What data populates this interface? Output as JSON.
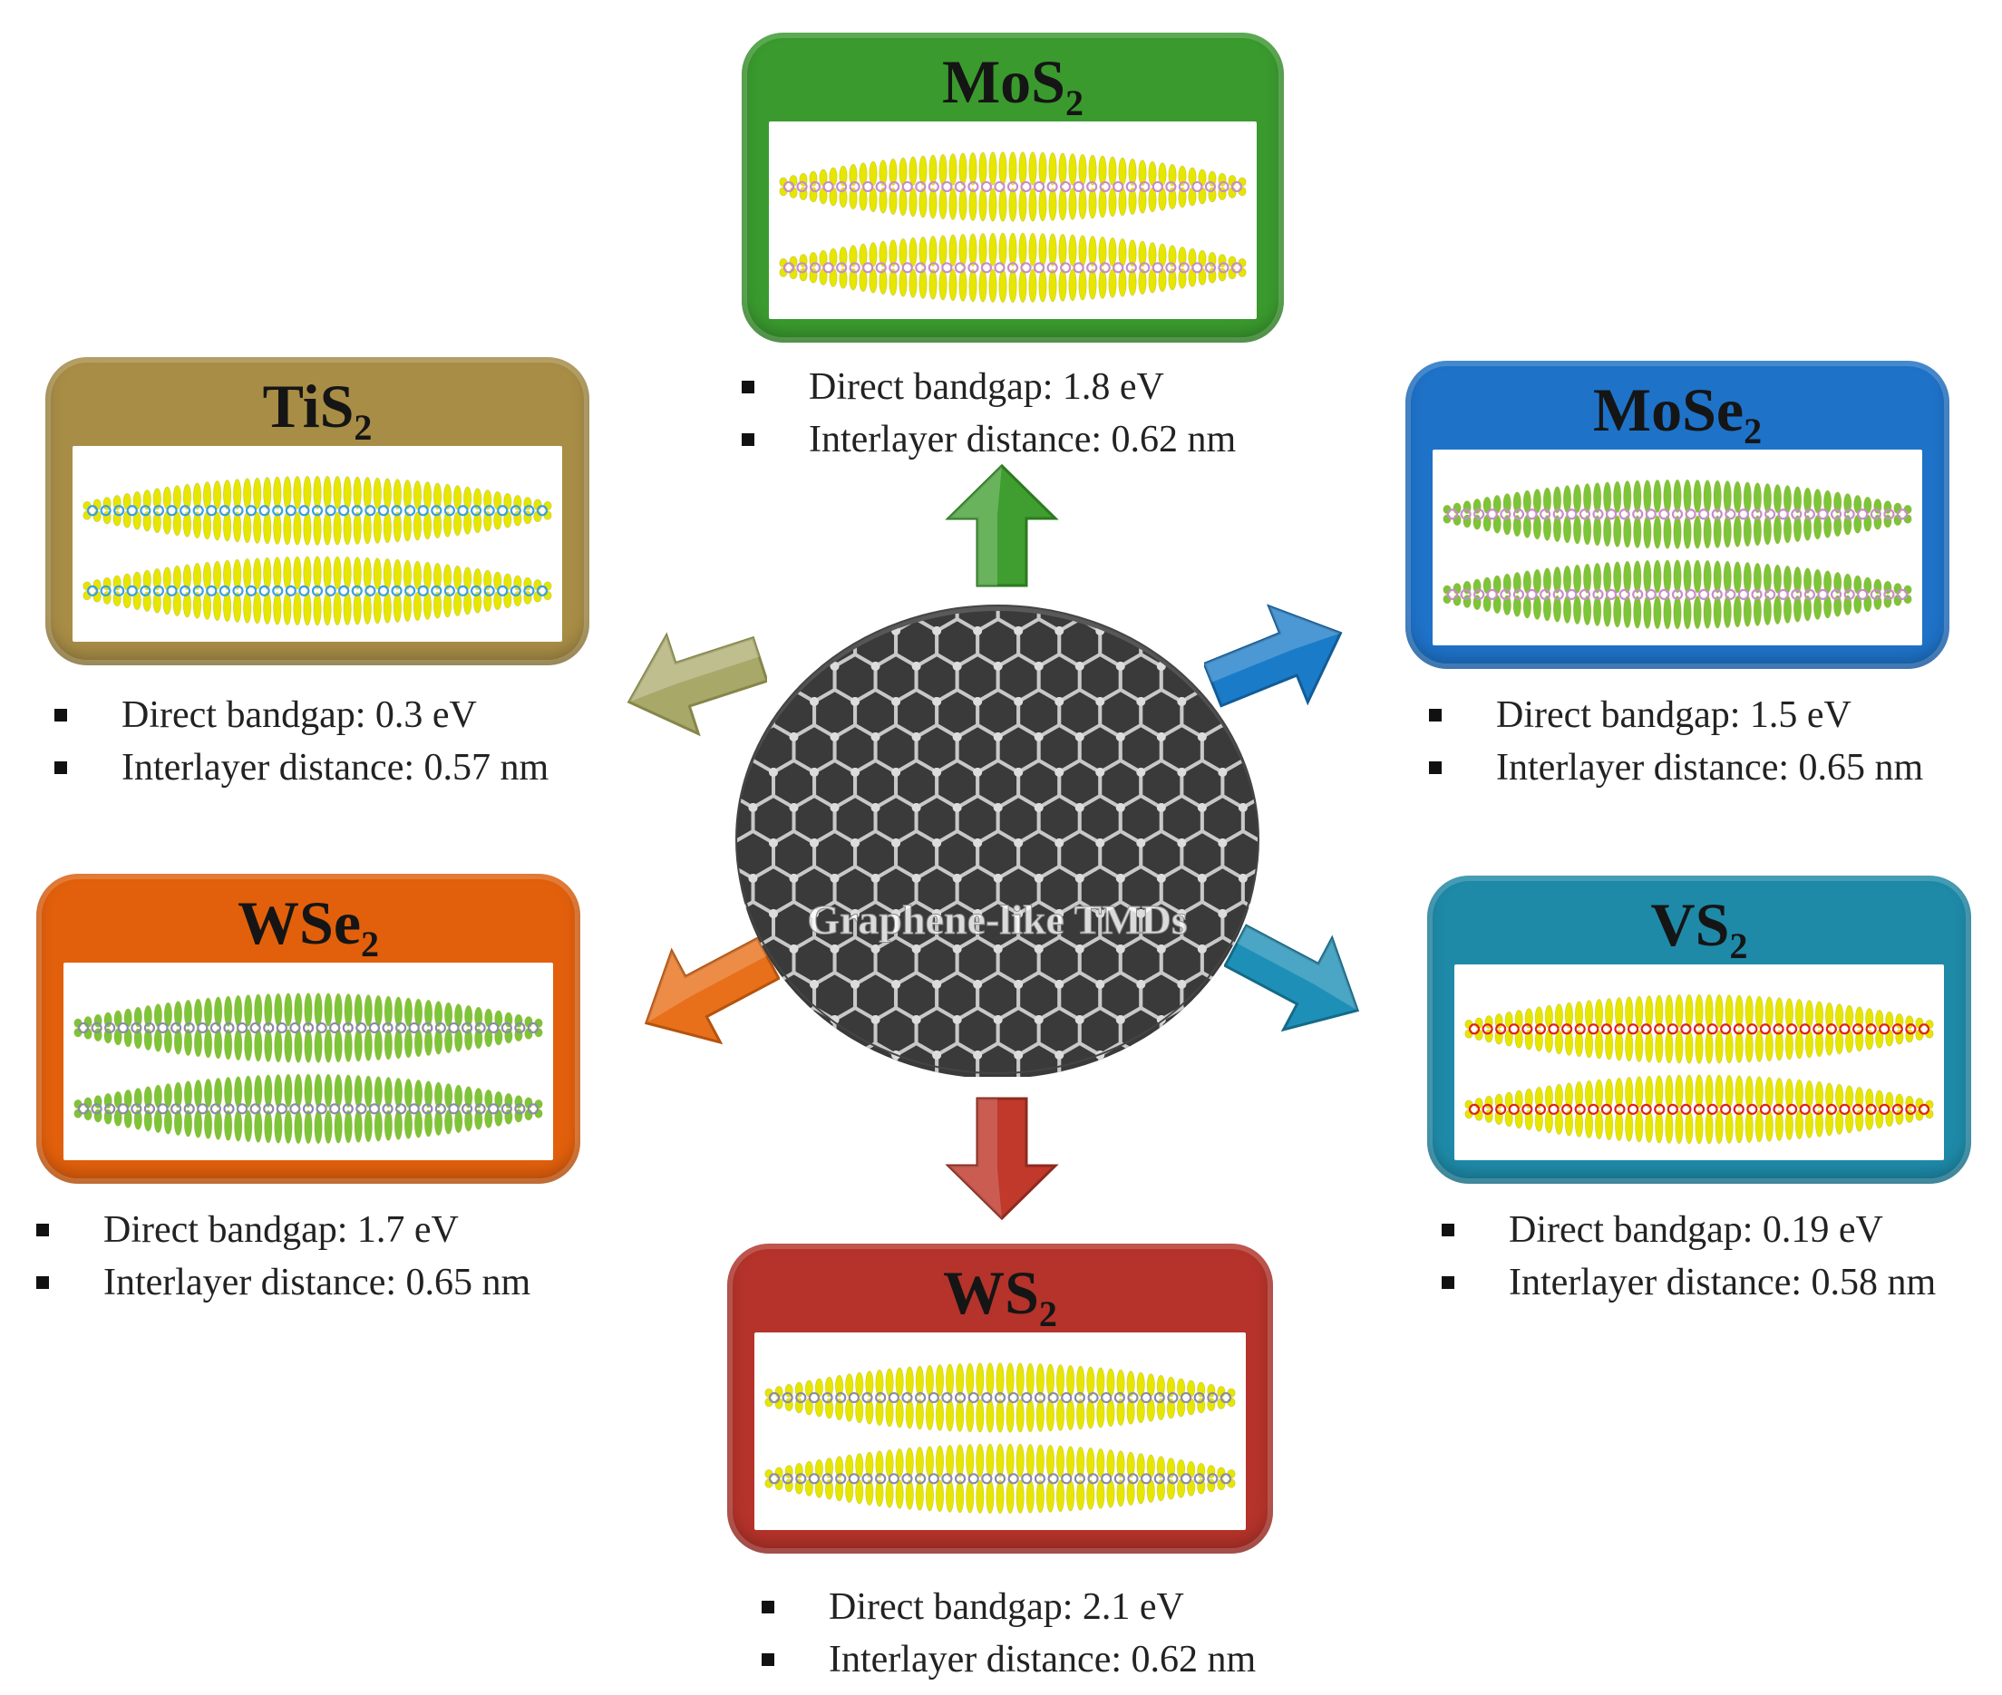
{
  "center": {
    "label": "Graphene-like TMDs"
  },
  "materials": [
    {
      "id": "mos2",
      "formula_base": "Mo",
      "formula_x": "S",
      "formula_sub": "2",
      "bandgap": "Direct bandgap: 1.8 eV",
      "distance": "Interlayer distance: 0.62 nm",
      "card_color": "#3a9a2e",
      "atom_a": "#e6e600",
      "atom_b": "#c98cc9"
    },
    {
      "id": "mose2",
      "formula_base": "Mo",
      "formula_x": "Se",
      "formula_sub": "2",
      "bandgap": "Direct bandgap: 1.5 eV",
      "distance": "Interlayer distance: 0.65 nm",
      "card_color": "#1e72c8",
      "atom_a": "#7cc43a",
      "atom_b": "#c98cc9"
    },
    {
      "id": "vs2",
      "formula_base": "V",
      "formula_x": "S",
      "formula_sub": "2",
      "bandgap": "Direct bandgap: 0.19 eV",
      "distance": "Interlayer distance: 0.58 nm",
      "card_color": "#1e8aa8",
      "atom_a": "#e6e600",
      "atom_b": "#e02020"
    },
    {
      "id": "ws2",
      "formula_base": "W",
      "formula_x": "S",
      "formula_sub": "2",
      "bandgap": "Direct bandgap: 2.1 eV",
      "distance": "Interlayer distance: 0.62 nm",
      "card_color": "#b5332a",
      "atom_a": "#e6e600",
      "atom_b": "#8a8aa8"
    },
    {
      "id": "wse2",
      "formula_base": "W",
      "formula_x": "Se",
      "formula_sub": "2",
      "bandgap": "Direct bandgap: 1.7 eV",
      "distance": "Interlayer distance: 0.65 nm",
      "card_color": "#e2600c",
      "atom_a": "#7cc43a",
      "atom_b": "#8a8aa8"
    },
    {
      "id": "tis2",
      "formula_base": "Ti",
      "formula_x": "S",
      "formula_sub": "2",
      "bandgap": "Direct bandgap: 0.3 eV",
      "distance": "Interlayer distance: 0.57 nm",
      "card_color": "#a88d46",
      "atom_a": "#e6e600",
      "atom_b": "#3aa0e0"
    }
  ],
  "arrow_colors": {
    "mos2": "#3f9e2f",
    "mose2": "#1a7cc8",
    "vs2": "#1e90b8",
    "ws2": "#c0392b",
    "wse2": "#e8701a",
    "tis2": "#a8a868"
  }
}
